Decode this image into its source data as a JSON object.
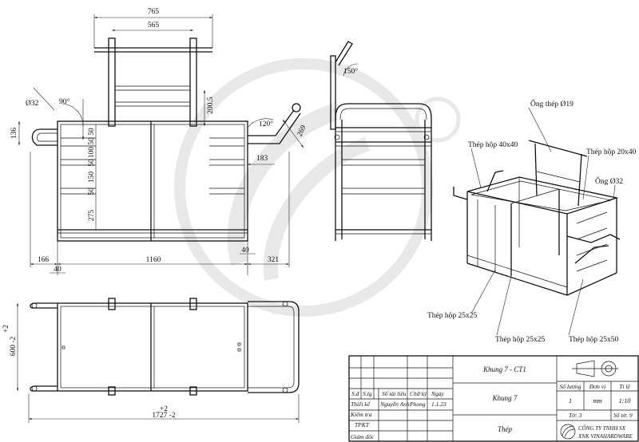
{
  "dimensions": {
    "top_width": "765",
    "inner_width": "565",
    "pipe_dia": "Ø32",
    "angle_90": "90°",
    "height_136": "136",
    "handle_200": "200.5",
    "angle_120": "120°",
    "handle_269": "269",
    "offset_183": "183",
    "v_50_a": "50",
    "v_50_b": "50",
    "v_100": "100",
    "v_50_c": "50",
    "v_150": "150",
    "v_50_d": "50",
    "v_275": "275",
    "left_166": "166",
    "left_40": "40",
    "length_1160": "1160",
    "right_40": "40",
    "right_321": "321",
    "angle_150": "150°",
    "width_tol_plus": "+2",
    "width_600": "600 -2",
    "length_tol_plus": "+2",
    "length_1727": "1727 -2"
  },
  "callouts": {
    "pipe19": "Ống thép Ø19",
    "box40x40": "Thép hộp 40x40",
    "box20x40": "Thép hộp 20x40",
    "pipe32": "Ống Ø32",
    "box25x25_a": "Thép hộp 25x25",
    "box25x25_b": "Thép hộp 25x25",
    "box25x50": "Thép hộp 25x50"
  },
  "title_block": {
    "drawing_title": "Khung 7 - CT1",
    "part_name": "Khung 7",
    "material": "Thép",
    "col_headers": [
      "S.đ",
      "S.lg",
      "Số tài liệu",
      "Chữ ký",
      "Ngày"
    ],
    "designer_label": "Thiết kế",
    "designer_name": "Nguyễn Anh",
    "approver": "Phong",
    "date": "1.1.23",
    "check_label": "Kiểm tra",
    "tpkt_label": "TPKT",
    "director_label": "Giám đốc",
    "qty_label": "Số lượng",
    "unit_label": "Đơn vị",
    "scale_label": "Tỉ lệ",
    "qty_value": "1",
    "unit_value": "mm",
    "scale_value": "1:10",
    "sheet": "Tờ: 3",
    "sheets_total": "Số tờ: 9",
    "company_line1": "CÔNG TY TNHH SX",
    "company_line2": "XNK VINAHARDWARE"
  }
}
